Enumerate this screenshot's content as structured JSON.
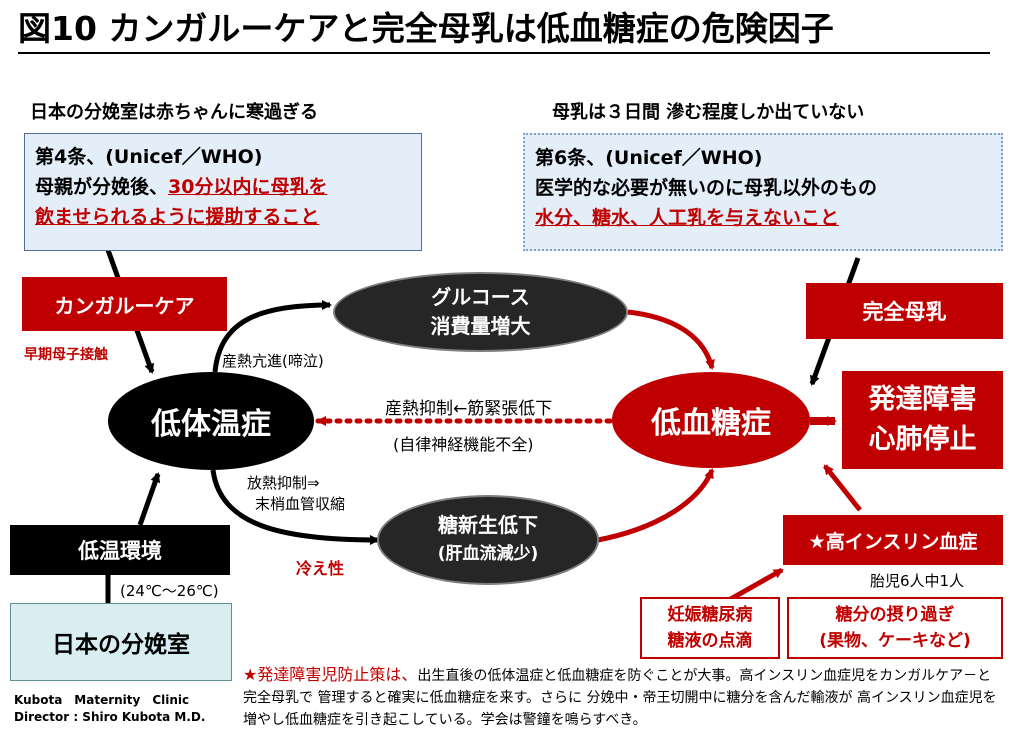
{
  "title": "図10 カンガルーケアと完全母乳は低血糖症の危険因子",
  "left_heading": "日本の分娩室は赤ちゃんに寒過ぎる",
  "right_heading": "母乳は３日間 滲む程度しか出ていない",
  "article4": {
    "line1": "第4条、(Unicef／WHO)",
    "line2_plain": "母親が分娩後、",
    "line2_red": "30分以内に母乳を",
    "line3_red": "飲ませられるように援助すること"
  },
  "article6": {
    "line1": "第6条、(Unicef／WHO)",
    "line2": "医学的な必要が無いのに母乳以外のもの",
    "line3_red": "水分、糖水、人工乳を与えないこと"
  },
  "kangaroo_care": "カンガルーケア",
  "early_contact": "早期母子接触",
  "exclusive_breastfeeding": "完全母乳",
  "glucose_consumption": {
    "line1": "グルコース",
    "line2": "消費量増大"
  },
  "hypothermia": "低体温症",
  "hypoglycemia": "低血糖症",
  "developmental_disorder": {
    "line1": "発達障害",
    "line2": "心肺停止"
  },
  "gluconeogenesis": {
    "line1": "糖新生低下",
    "line2": "(肝血流減少)"
  },
  "thermogenesis": "産熱亢進(啼泣)",
  "suppression": "産熱抑制←筋緊張低下",
  "autonomic": "(自律神経機能不全)",
  "heat_release_line1": "放熱抑制⇒",
  "heat_release_line2": "末梢血管収縮",
  "cold": "冷え性",
  "low_temp_env": "低温環境",
  "temp_range": "(24℃～26℃)",
  "delivery_room": "日本の分娩室",
  "hyperinsulinism": "★高インスリン血症",
  "fetus_ratio": "胎児6人中1人",
  "gestational": {
    "line1": "妊娠糖尿病",
    "line2": "糖液の点滴"
  },
  "sugar_intake": {
    "line1": "糖分の摂り過ぎ",
    "line2": "(果物、ケーキなど)"
  },
  "credit": {
    "line1": "Kubota　Maternity　Clinic",
    "line2": "Director : Shiro Kubota M.D."
  },
  "note": {
    "lead": "★発達障害児防止策は、",
    "text": "出生直後の低体温症と低血糖症を防ぐことが大事。高インスリン血症児をカンガルケア－と完全母乳で 管理すると確実に低血糖症を来す。さらに 分娩中・帝王切開中に糖分を含んだ輸液が 高インスリン血症児を増やし低血糖症を引き起こしている。学会は警鐘を鳴らすべき。"
  },
  "colors": {
    "red": "#c00000",
    "dark": "#262626",
    "blue_box": "#e3eef9",
    "teal_box": "#d9eef0"
  }
}
